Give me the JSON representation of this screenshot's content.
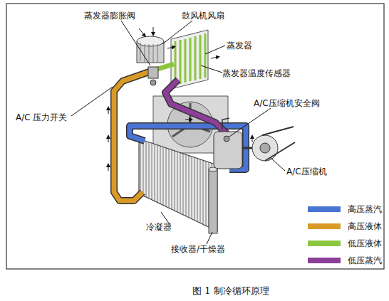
{
  "diagram": {
    "caption": "图 1 制冷循环原理",
    "labels": [
      "蒸发器膨胀阀",
      "鼓风机风扇",
      "蒸发器",
      "蒸发器温度传感器",
      "A/C 压力开关",
      "A/C压缩机安全阀",
      "A/C压缩机",
      "冷凝器",
      "接收器/干燥器"
    ],
    "legend": [
      {
        "text": "高压蒸汽",
        "color": "#4a74d2"
      },
      {
        "text": "高压液体",
        "color": "#d99a28"
      },
      {
        "text": "低压液体",
        "color": "#8cc63f"
      },
      {
        "text": "低压蒸汽",
        "color": "#8b3f98"
      }
    ]
  }
}
